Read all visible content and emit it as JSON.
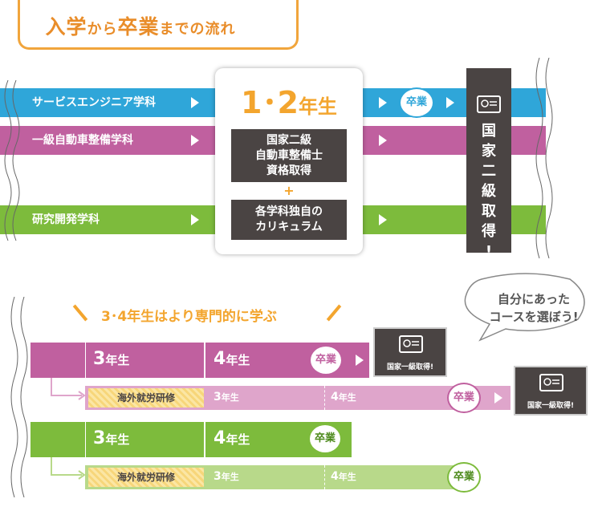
{
  "title": {
    "part1": "入学",
    "part2": "から",
    "part3": "卒業",
    "part4": "までの流れ"
  },
  "departments": [
    {
      "label": "サービスエンジニア学科"
    },
    {
      "label": "一級自動車整備学科"
    },
    {
      "label": "研究開発学科"
    }
  ],
  "center": {
    "year_num": "1･2",
    "year_unit": "年生",
    "box1_lines": [
      "国家二級",
      "自動車整備士",
      "資格取得"
    ],
    "plus": "+",
    "box2_lines": [
      "各学科独自の",
      "カリキュラム"
    ]
  },
  "graduation_label": "卒業",
  "cert_column_text": [
    "国",
    "家",
    "二",
    "級",
    "取",
    "得",
    "!"
  ],
  "banner": "3･4年生はより専門的に学ぶ",
  "bubble_lines": [
    "自分にあった",
    "コースを選ぼう!"
  ],
  "advanced": {
    "year3_num": "3",
    "year4_num": "4",
    "year_unit": "年生",
    "training_label": "海外就労研修",
    "cert_label": "国家一級取得!"
  },
  "colors": {
    "blue": "#2fa6d9",
    "magenta": "#c0609f",
    "magenta_light": "#dfa5cb",
    "green": "#7dbb3c",
    "green_light": "#b8d98a",
    "orange": "#f3a52e",
    "dark": "#4a4443"
  }
}
